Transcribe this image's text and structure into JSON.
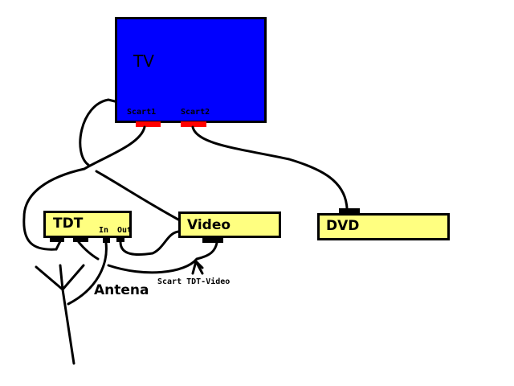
{
  "colors": {
    "tv": "#0000ff",
    "device": "#ffff80",
    "connector": "#ff0000",
    "wire": "#000000"
  },
  "tv": {
    "label": "TV",
    "scart1": "Scart1",
    "scart2": "Scart2"
  },
  "tdt": {
    "label": "TDT",
    "in": "In",
    "out": "Out"
  },
  "video": {
    "label": "Video"
  },
  "dvd": {
    "label": "DVD"
  },
  "antenna": {
    "label": "Antena"
  },
  "annotation": {
    "label": "Scart TDT-Video"
  }
}
